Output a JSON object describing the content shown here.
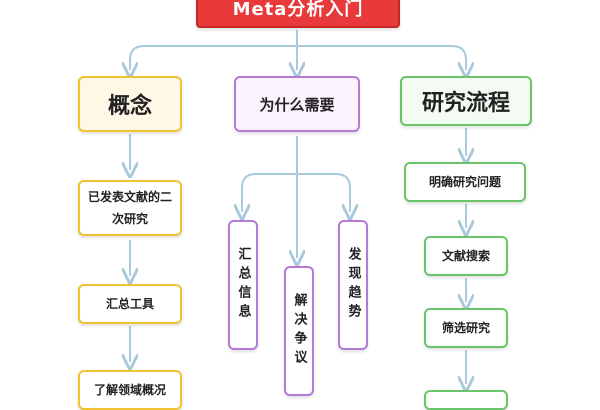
{
  "title": "Meta分析入门",
  "colors": {
    "root": "#e83a3a",
    "yellow": "#f2c230",
    "purple": "#b579d8",
    "green": "#68c56a",
    "connector": "#a9c9dc"
  },
  "branches": {
    "concept": {
      "label": "概念",
      "items": [
        "已发表文献的二次研究",
        "汇总工具",
        "了解领域概况"
      ]
    },
    "why": {
      "label": "为什么需要",
      "items": [
        "汇总信息",
        "解决争议",
        "发现趋势"
      ]
    },
    "process": {
      "label": "研究流程",
      "items": [
        "明确研究问题",
        "文献搜索",
        "筛选研究"
      ]
    }
  }
}
